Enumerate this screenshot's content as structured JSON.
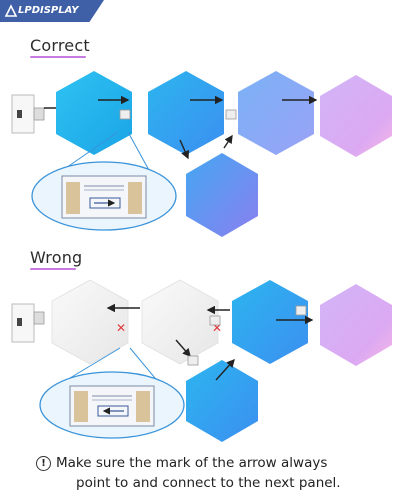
{
  "brand": {
    "name": "LPDISPLAY",
    "color": "#3f5fa6"
  },
  "sections": {
    "correct": {
      "title": "Correct"
    },
    "wrong": {
      "title": "Wrong"
    }
  },
  "note": {
    "icon": "exclamation-circle-icon",
    "line1": "Make sure the mark of the arrow always",
    "line2": "point to and connect to the next panel."
  },
  "colors": {
    "cyan": "#27b8ee",
    "blue": "#5b8ff0",
    "purple": "#c6a4f4",
    "pink": "#f0b6ee",
    "white_panel": "#efefef",
    "callout_border": "#3a93d9",
    "callout_fill": "#eaf5fd",
    "cross": "#e23a3a",
    "underline": "#c77be0"
  }
}
